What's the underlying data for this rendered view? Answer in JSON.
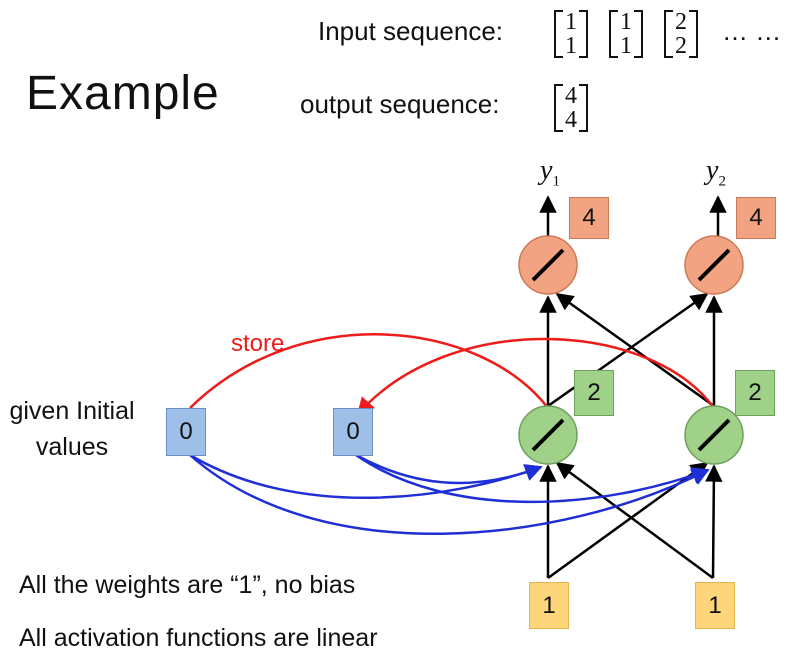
{
  "title": "Example",
  "input_label": "Input sequence:",
  "output_label": "output sequence:",
  "input_sequence": [
    [
      "1",
      "1"
    ],
    [
      "1",
      "1"
    ],
    [
      "2",
      "2"
    ]
  ],
  "ellipsis": "…  …",
  "output_sequence": [
    [
      "4",
      "4"
    ]
  ],
  "outputs": [
    {
      "var": "y",
      "sub": "1",
      "value": "4"
    },
    {
      "var": "y",
      "sub": "2",
      "value": "4"
    }
  ],
  "hidden_values": [
    "2",
    "2"
  ],
  "memory_values": [
    "0",
    "0"
  ],
  "inputs": [
    "1",
    "1"
  ],
  "store_label": "store",
  "initial_label_line1": "given Initial",
  "initial_label_line2": "values",
  "note1": "All the weights are “1”, no bias",
  "note2": "All activation functions are linear",
  "colors": {
    "memory_fill": "#9ec0e8",
    "hidden_fill": "#9fd189",
    "output_fill": "#f1a382",
    "input_fill": "#fdd57a",
    "store_arrow": "#ee1b1b",
    "memory_arrow": "#1f2fd6"
  }
}
